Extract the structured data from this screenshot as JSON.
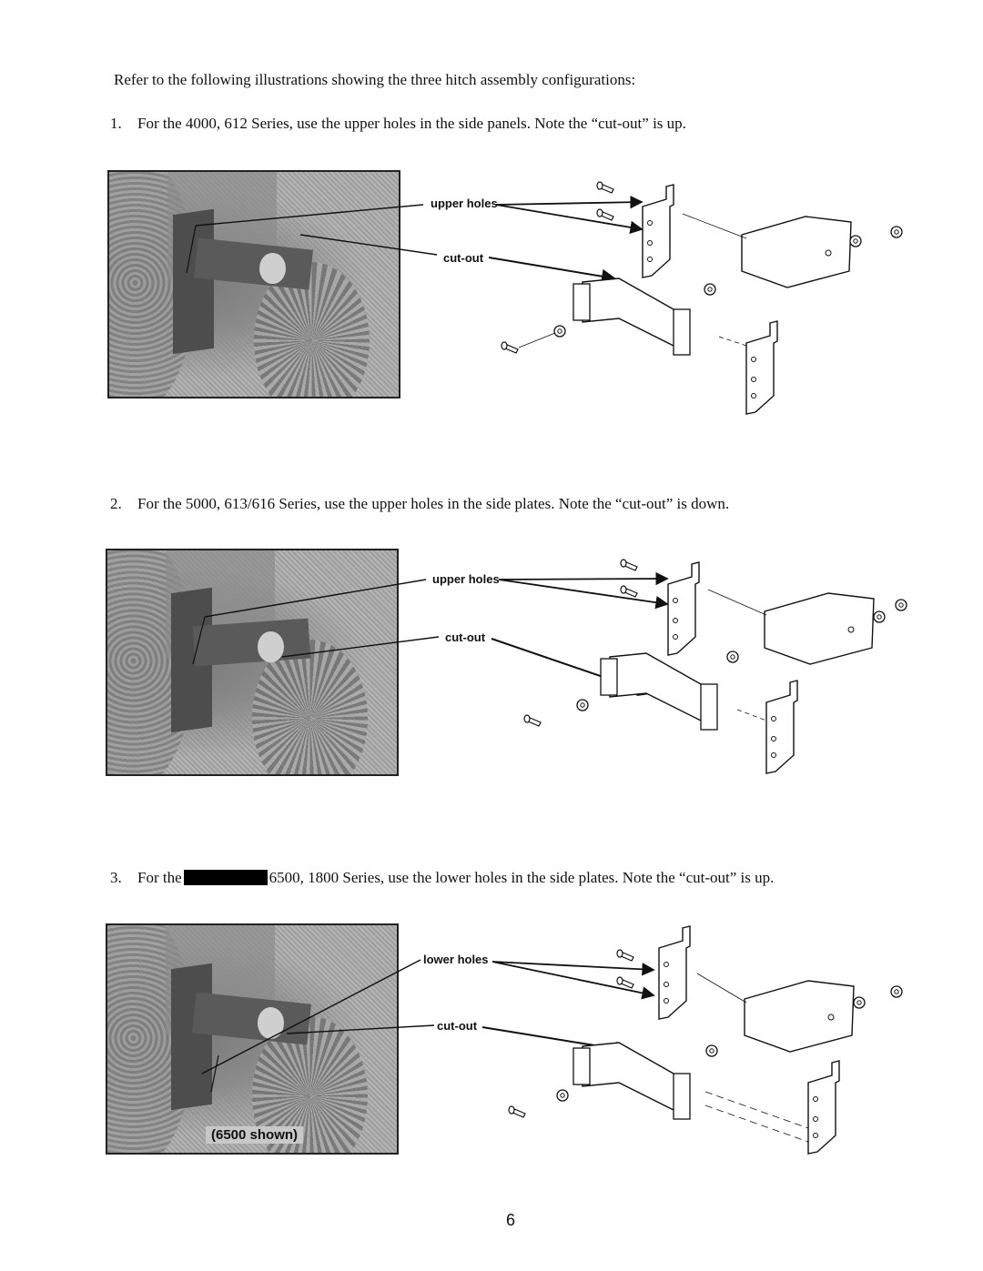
{
  "intro": "Refer to the following illustrations showing the three hitch assembly configurations:",
  "steps": [
    {
      "num": "1.",
      "text": "For the 4000, 612 Series, use the upper holes in the side panels. Note the “cut-out” is up."
    },
    {
      "num": "2.",
      "text": "For the 5000, 613/616 Series, use the upper holes in the side plates. Note the “cut-out” is down."
    },
    {
      "num": "3.",
      "text_before": "For the",
      "text_after": "6500, 1800 Series, use the lower holes in the side plates. Note the “cut-out” is up."
    }
  ],
  "callouts": {
    "upper_holes": "upper holes",
    "cut_out": "cut-out",
    "lower_holes": "lower holes"
  },
  "photo_caption": "(6500 shown)",
  "page_number": "6"
}
